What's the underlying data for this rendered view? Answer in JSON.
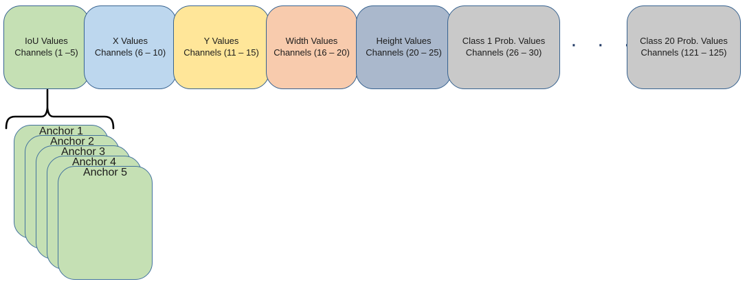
{
  "channel_boxes": [
    {
      "line1": "IoU Values",
      "line2": "Channels (1 –5)",
      "fill": "#c5e0b4"
    },
    {
      "line1": "X Values",
      "line2": "Channels (6 – 10)",
      "fill": "#bdd7ee"
    },
    {
      "line1": "Y Values",
      "line2": "Channels (11 – 15)",
      "fill": "#ffe699"
    },
    {
      "line1": "Width Values",
      "line2": "Channels (16 – 20)",
      "fill": "#f8cbad"
    },
    {
      "line1": "Height Values",
      "line2": "Channels (20 – 25)",
      "fill": "#aab8cc"
    },
    {
      "line1": "Class 1 Prob. Values",
      "line2": "Channels (26 – 30)",
      "fill": "#c9c9c9"
    },
    {
      "line1": "Class 20 Prob. Values",
      "line2": "Channels (121 – 125)",
      "fill": "#c9c9c9"
    }
  ],
  "ellipsis": "· · ·",
  "anchors": [
    {
      "label": "Anchor 1"
    },
    {
      "label": "Anchor 2"
    },
    {
      "label": "Anchor 3"
    },
    {
      "label": "Anchor 4"
    },
    {
      "label": "Anchor 5"
    }
  ],
  "colors": {
    "box_border": "#35618f",
    "anchor_border": "#41719c",
    "anchor_fill": "#c5e0b4",
    "dots": "#1f3864",
    "text": "#1a1a1a",
    "brace": "#000000"
  }
}
